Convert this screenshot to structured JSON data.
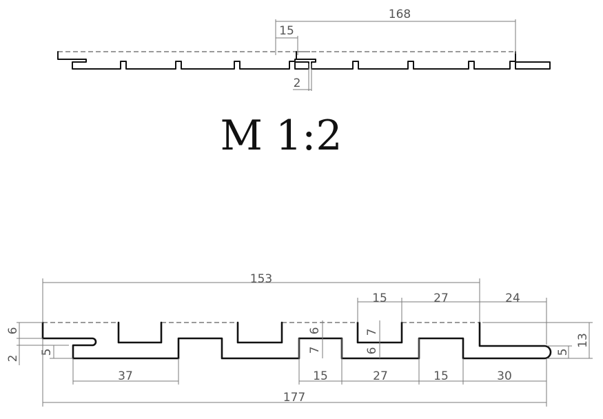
{
  "scale_label": "M 1:2",
  "top_view": {
    "dims": {
      "pitch": "168",
      "overlap": "15",
      "gap": "2"
    }
  },
  "detail_view": {
    "dims": {
      "overall_top": "153",
      "top_15": "15",
      "top_27": "27",
      "top_24": "24",
      "left_6": "6",
      "left_2": "2",
      "left_5": "5",
      "inner_6a": "6",
      "inner_7a": "7",
      "inner_7b": "7",
      "inner_6b": "6",
      "right_5": "5",
      "right_13": "13",
      "bottom_37": "37",
      "bottom_15a": "15",
      "bottom_27": "27",
      "bottom_15b": "15",
      "bottom_30": "30",
      "overall_bottom": "177"
    }
  },
  "colors": {
    "profile": "#111111",
    "dimension": "#7a7a7a",
    "hidden_edge": "#9a9a9a"
  }
}
